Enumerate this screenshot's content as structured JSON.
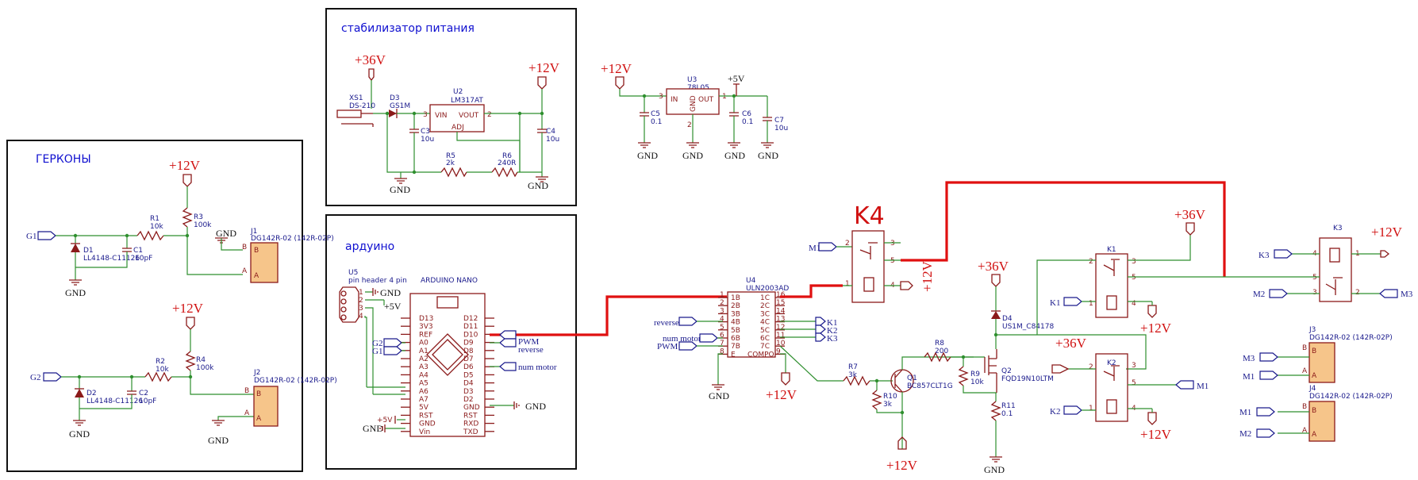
{
  "blocks": {
    "gerkony": "ГЕРКОНЫ",
    "stabilizer": "стабилизатор питания",
    "arduino": "ардуино"
  },
  "power": {
    "v12": "+12V",
    "v36": "+36V",
    "v5": "+5V",
    "gnd": "GND"
  },
  "big_label": "K4",
  "stabilizer": {
    "xs1": "XS1",
    "xs1_val": "DS-210",
    "d3": "D3",
    "d3_val": "GS1M",
    "u2": "U2",
    "u2_val": "LM317AT",
    "vin": "VIN",
    "vout": "VOUT",
    "adj": "ADJ",
    "pin3": "3",
    "pin2": "2",
    "pin1": "1",
    "c3": "C3",
    "c3_val": "10u",
    "c4": "C4",
    "c4_val": "10u",
    "r5": "R5",
    "r5_val": "2k",
    "r6": "R6",
    "r6_val": "240R"
  },
  "reg5": {
    "u3": "U3",
    "u3_val": "78L05",
    "in": "IN",
    "out": "OUT",
    "gnd_pin": "GND",
    "pin3": "3",
    "pin1": "1",
    "pin2": "2",
    "c5": "C5",
    "c5_val": "0.1",
    "c6": "C6",
    "c6_val": "0.1",
    "c7": "C7",
    "c7_val": "10u"
  },
  "reed": {
    "g1": "G1",
    "g2": "G2",
    "d1": "D1",
    "d1_val": "LL4148-C11126",
    "d2": "D2",
    "d2_val": "LL4148-C11126",
    "c1": "C1",
    "c1_val": "10pF",
    "c2": "C2",
    "c2_val": "10pF",
    "r1": "R1",
    "r1_val": "10k",
    "r2": "R2",
    "r2_val": "10k",
    "r3": "R3",
    "r3_val": "100k",
    "r4": "R4",
    "r4_val": "100k",
    "j1": "J1",
    "j1_val": "DG142R-02 (142R-02P)",
    "j2": "J2",
    "j2_val": "DG142R-02 (142R-02P)",
    "pin_a": "A",
    "pin_b": "B"
  },
  "arduino": {
    "u5": "U5",
    "u5_val": "pin header 4 pin",
    "hdr_pins": [
      "1",
      "2",
      "3",
      "4"
    ],
    "nano": "ARDUINO NANO",
    "left_pins": [
      "D13",
      "3V3",
      "REF",
      "A0",
      "A1",
      "A2",
      "A3",
      "A4",
      "A5",
      "A6",
      "A7",
      "5V",
      "RST",
      "GND",
      "Vin"
    ],
    "right_pins": [
      "D12",
      "D11",
      "D10",
      "D9",
      "D8",
      "D7",
      "D6",
      "D5",
      "D4",
      "D3",
      "D2",
      "GND",
      "RST",
      "RXD",
      "TXD"
    ],
    "pwm": "PWM",
    "reverse": "reverse",
    "num_motor": "num motor",
    "g2": "G2",
    "g1": "G1"
  },
  "driver": {
    "u4": "U4",
    "u4_val": "ULN2003AD",
    "in_pins": [
      "1B",
      "2B",
      "3B",
      "4B",
      "5B",
      "6B",
      "7B",
      "E"
    ],
    "in_nums": [
      "1",
      "2",
      "3",
      "4",
      "5",
      "6",
      "7",
      "8"
    ],
    "out_pins": [
      "1C",
      "2C",
      "3C",
      "4C",
      "5C",
      "6C",
      "7C",
      "COMPO"
    ],
    "out_nums": [
      "16",
      "15",
      "14",
      "13",
      "12",
      "11",
      "10",
      "9"
    ],
    "reverse": "reverse",
    "num_motor": "num motor",
    "pwm": "PWM",
    "k1": "K1",
    "k2": "K2",
    "k3": "K3"
  },
  "power_stage": {
    "r7": "R7",
    "r7_val": "3k",
    "r8": "R8",
    "r8_val": "200",
    "r9": "R9",
    "r9_val": "10k",
    "r10": "R10",
    "r10_val": "3k",
    "r11": "R11",
    "r11_val": "0.1",
    "q1": "Q1",
    "q1_val": "BC857CLT1G",
    "q2": "Q2",
    "q2_val": "FQD19N10LTM",
    "d4": "D4",
    "d4_val": "US1M_C84178"
  },
  "relays": {
    "k1": "K1",
    "k2": "K2",
    "k3": "K3",
    "m1": "M1",
    "m2": "M2",
    "m3": "M3",
    "pins": [
      "1",
      "2",
      "3",
      "4",
      "5"
    ],
    "j3": "J3",
    "j3_val": "DG142R-02 (142R-02P)",
    "j4": "J4",
    "j4_val": "DG142R-02 (142R-02P)"
  },
  "colors": {
    "wire": "#2f8f2f",
    "red_wire": "#e01010",
    "symbol": "#8b1a1a",
    "power_label": "#d01010",
    "net_label": "#1a1a8c",
    "block_title": "#1010d0"
  }
}
